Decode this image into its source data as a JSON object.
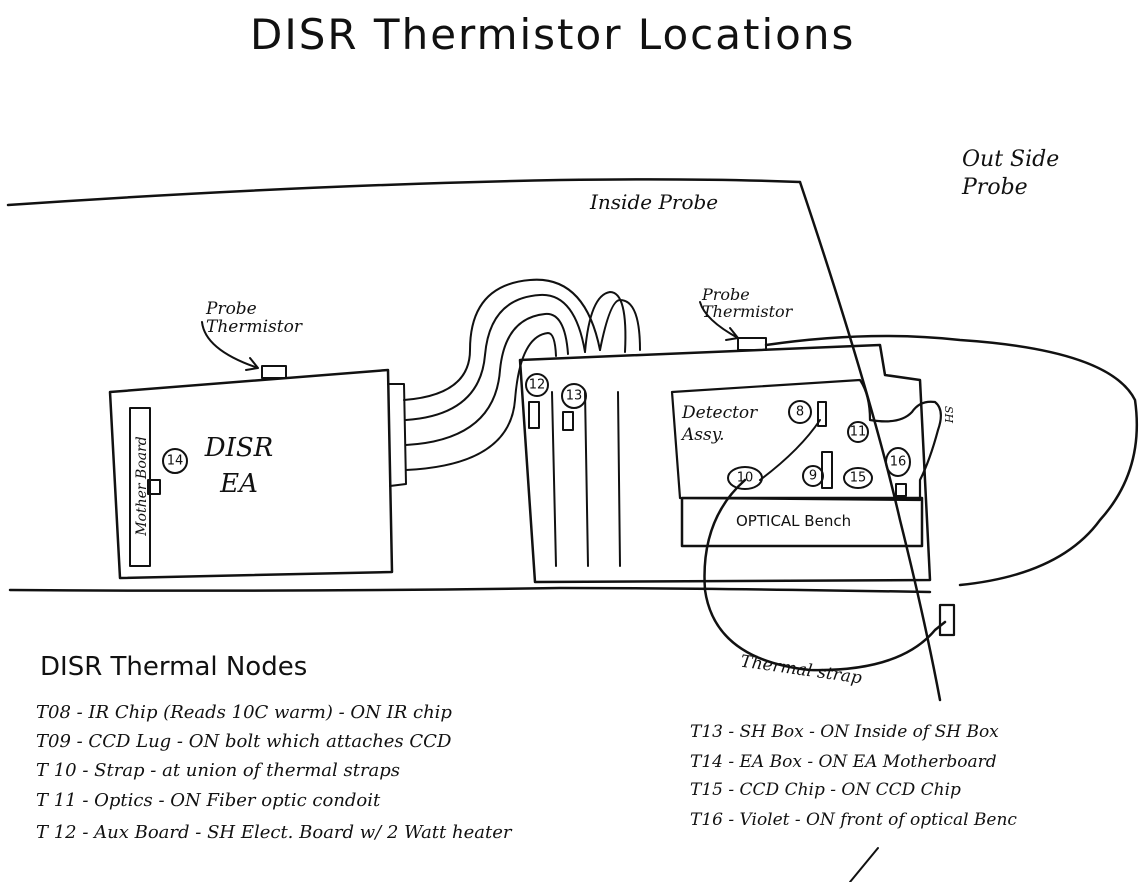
{
  "title": "DISR Thermistor Locations",
  "region_labels": {
    "inside": "Inside Probe",
    "outside": "Out Side Probe"
  },
  "callouts": {
    "probe_thermistor_left": "Probe Thermistor",
    "probe_thermistor_right": "Probe Thermistor",
    "thermal_strap": "Thermal strap"
  },
  "components": {
    "ea_name": "DISR EA",
    "motherboard": "Mother Board",
    "detector": "Detector Assy.",
    "optical_bench": "OPTICAL Bench",
    "sh_label": "SH"
  },
  "markers": [
    "8",
    "9",
    "10",
    "11",
    "12",
    "13",
    "14",
    "15",
    "16"
  ],
  "nodes_title": "DISR Thermal Nodes",
  "nodes_left": [
    "T08 - IR Chip (Reads 10C warm) - ON IR chip",
    "T09 - CCD Lug - ON bolt which attaches CCD",
    "T 10 - Strap - at union of thermal straps",
    "T 11 - Optics - ON Fiber optic condoit",
    "T 12 - Aux Board - SH Elect. Board w/ 2 Watt heater"
  ],
  "nodes_right": [
    "T13 - SH Box - ON Inside of SH Box",
    "T14 - EA Box - ON EA Motherboard",
    "T15 - CCD Chip - ON CCD Chip",
    "T16 - Violet - ON front of optical Benc"
  ]
}
